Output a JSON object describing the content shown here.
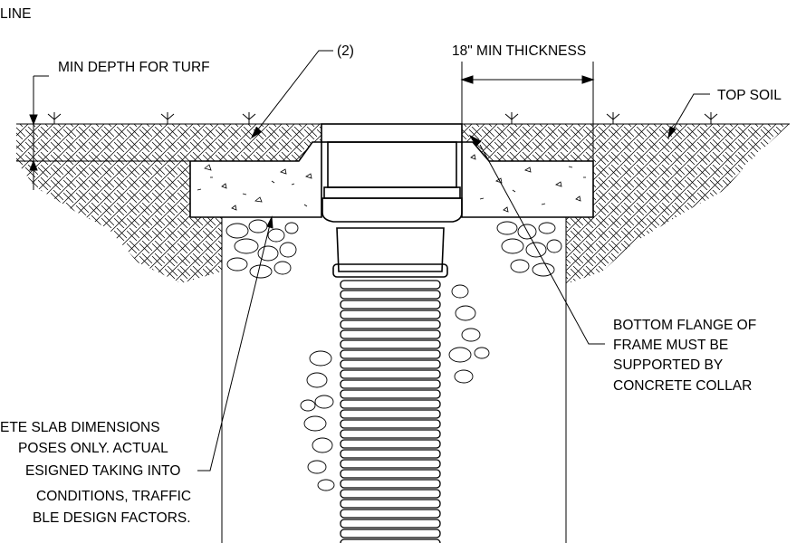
{
  "labels": {
    "line_fragment": "LINE",
    "min_depth": "MIN DEPTH FOR TURF",
    "callout_2": "(2)",
    "min_thickness": "18\" MIN THICKNESS",
    "top_soil": "TOP SOIL",
    "flange": [
      "BOTTOM FLANGE OF",
      "FRAME MUST BE",
      "SUPPORTED BY",
      "CONCRETE COLLAR"
    ],
    "slab_note": [
      "ETE SLAB DIMENSIONS",
      "POSES ONLY.  ACTUAL",
      "ESIGNED TAKING INTO",
      "CONDITIONS, TRAFFIC",
      "BLE DESIGN FACTORS."
    ]
  }
}
